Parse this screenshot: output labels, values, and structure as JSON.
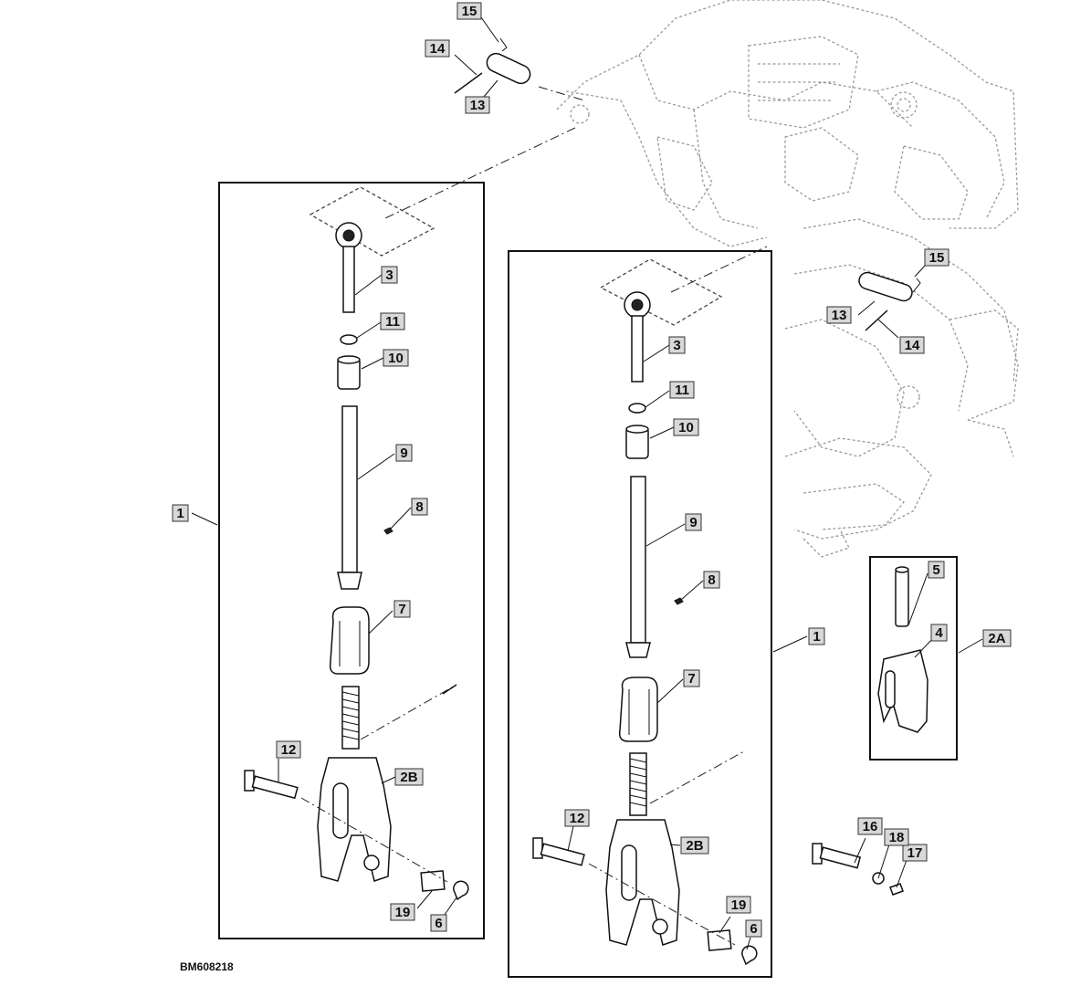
{
  "drawing_id": "BM608218",
  "callouts": {
    "c1_left": "1",
    "c1_right": "1",
    "c2a": "2A",
    "c2b_left": "2B",
    "c2b_right": "2B",
    "c3": "3",
    "c4": "4",
    "c5": "5",
    "c6": "6",
    "c7": "7",
    "c8": "8",
    "c9": "9",
    "c10": "10",
    "c11": "11",
    "c12": "12",
    "c13": "13",
    "c14": "14",
    "c15": "15",
    "c16": "16",
    "c17": "17",
    "c18": "18",
    "c19": "19"
  }
}
